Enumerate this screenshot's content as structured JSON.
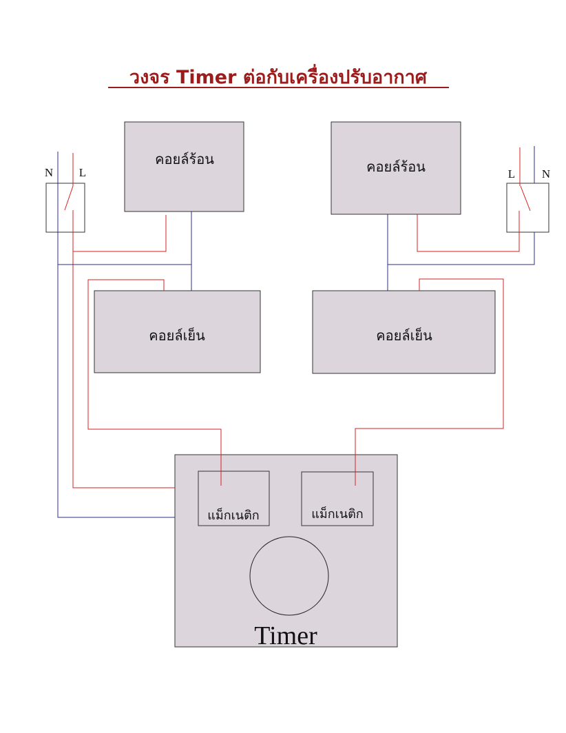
{
  "title": "วงจร Timer ต่อกับเครื่องปรับอากาศ",
  "left_unit": {
    "hot_coil_label": "คอยล์ร้อน",
    "cold_coil_label": "คอยล์เย็น",
    "switch_n": "N",
    "switch_l": "L"
  },
  "right_unit": {
    "hot_coil_label": "คอยล์ร้อน",
    "cold_coil_label": "คอยล์เย็น",
    "switch_l": "L",
    "switch_n": "N"
  },
  "timer": {
    "label": "Timer",
    "magnetic_left": "แม็กเนติก",
    "magnetic_right": "แม็กเนติก"
  },
  "colors": {
    "box_fill": "#dcd6dc",
    "live_wire": "#d62020",
    "neutral_wire": "#2c2c8c",
    "title": "#9c1c1c"
  }
}
